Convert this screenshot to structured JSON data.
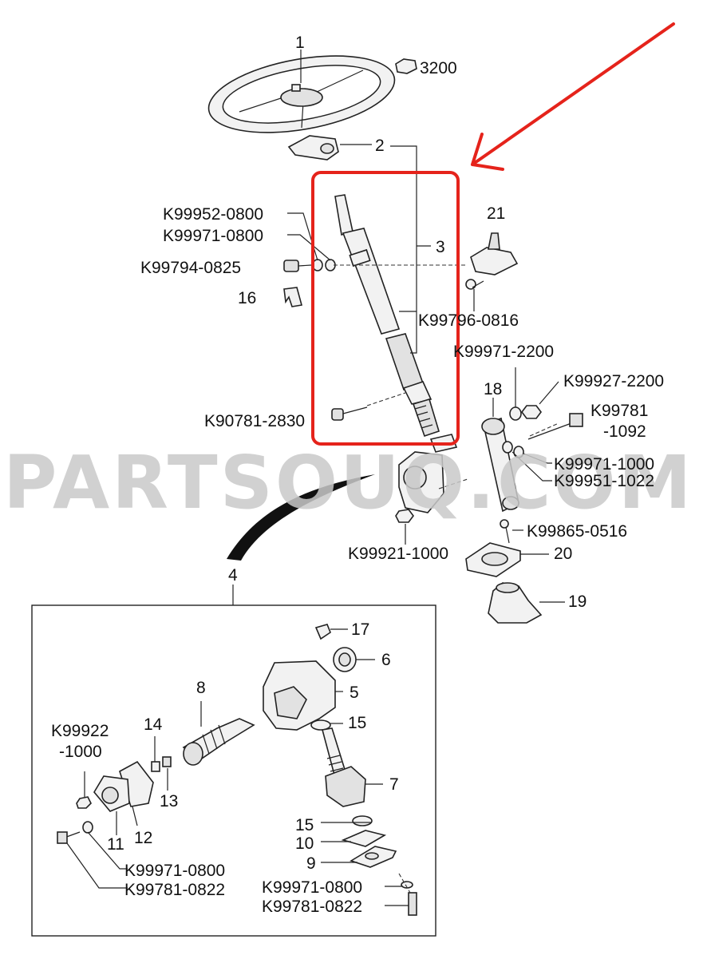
{
  "watermark": "PARTSOUQ.COM",
  "callout": {
    "color": "#e5231b"
  },
  "labels": {
    "p1": "1",
    "p3200": "3200",
    "p2": "2",
    "p3": "3",
    "p21": "21",
    "k99952_0800": "K99952-0800",
    "k99971_0800_top": "K99971-0800",
    "k99794_0825": "K99794-0825",
    "p16": "16",
    "k99796_0816": "K99796-0816",
    "k99971_2200": "K99971-2200",
    "p18": "18",
    "k99927_2200": "K99927-2200",
    "k99781_1092_a": "K99781",
    "k99781_1092_b": "-1092",
    "k90781_2830": "K90781-2830",
    "k99971_1000": "K99971-1000",
    "k99951_1022": "K99951-1022",
    "k99865_0516": "K99865-0516",
    "k99921_1000": "K99921-1000",
    "p20": "20",
    "p4": "4",
    "p19": "19",
    "p17": "17",
    "p6": "6",
    "p8": "8",
    "p5": "5",
    "p15_top": "15",
    "k99922_a": "K99922",
    "k99922_b": "-1000",
    "p14": "14",
    "p13": "13",
    "p7": "7",
    "p11": "11",
    "p12": "12",
    "p15_bot": "15",
    "p10": "10",
    "p9": "9",
    "k99971_0800_left": "K99971-0800",
    "k99781_0822_left": "K99781-0822",
    "k99971_0800_right": "K99971-0800",
    "k99781_0822_right": "K99781-0822"
  }
}
